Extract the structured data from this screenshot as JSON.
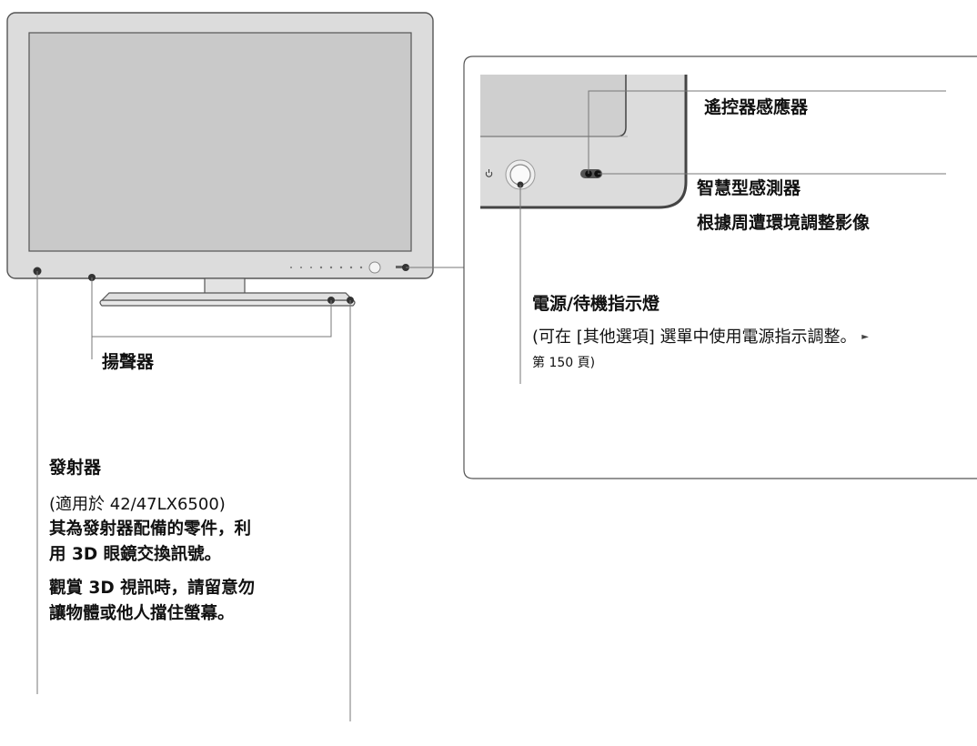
{
  "callouts": {
    "speaker": {
      "label": "揚聲器"
    },
    "emitter": {
      "title": "發射器",
      "model_note": "(適用於 42/47LX6500)",
      "desc_line1": "其為發射器配備的零件，利",
      "desc_line2": "用 3D 眼鏡交換訊號。",
      "warn_line1": "觀賞 3D 視訊時，請留意勿",
      "warn_line2": "讓物體或他人擋住螢幕。"
    },
    "remote_sensor": {
      "label": "遙控器感應器"
    },
    "intelligent_sensor": {
      "line1": "智慧型感測器",
      "line2": "根據周遭環境調整影像"
    },
    "power_indicator": {
      "title": "電源/待機指示燈",
      "desc_line1": "(可在 [其他選項] 選單中使用電源指示調整。",
      "arrow": "►",
      "page_prefix": "第 150 頁)"
    }
  },
  "icons": {
    "power": "power-icon",
    "arrow": "right-triangle-icon"
  }
}
